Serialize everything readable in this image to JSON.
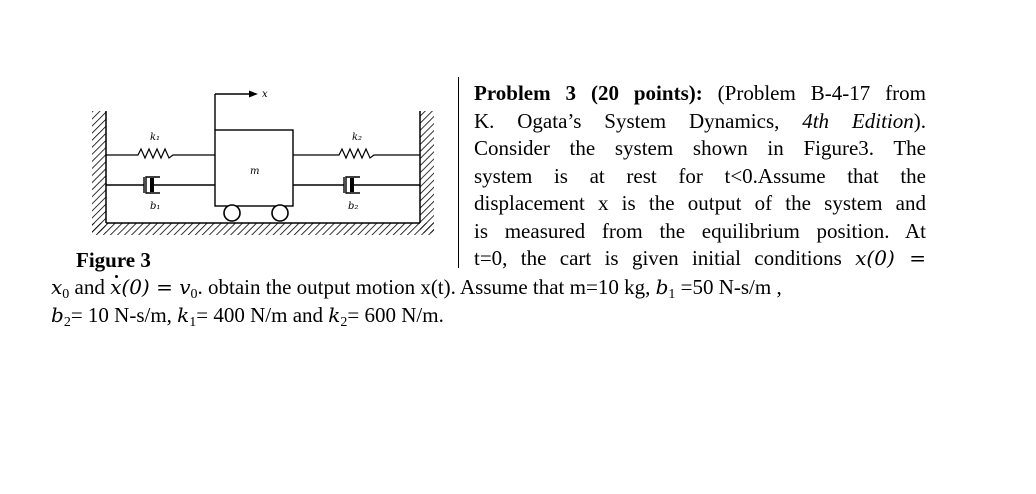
{
  "figure": {
    "caption": "Figure 3",
    "labels": {
      "x": "x",
      "k1": "k₁",
      "k2": "k₂",
      "b1": "b₁",
      "b2": "b₂",
      "m": "m"
    }
  },
  "problem": {
    "heading": "Problem 3 (20 points):",
    "line1_rest": " (Problem B-4-17 from",
    "line2_a": "K. Ogata’s System Dynamics, ",
    "line2_b": "4th Edition",
    "line2_c": ").",
    "line3": "Consider the system shown in Figure3. The",
    "line4": "system is at rest for t<0.Assume that the",
    "line5": "displacement x is the output of the system and",
    "line6": "is measured from the equilibrium position. At",
    "line7_a": "t=0, the cart is given initial conditions ",
    "line7_math": "x(0) =",
    "line8_math_a": "x",
    "line8_sub_a": "0",
    "line8_text_a": " and ",
    "line8_math_b": "x(0) = v",
    "line8_sub_b": "0",
    "line8_text_b": ". obtain the output motion x(t). Assume that m=10 kg, ",
    "line8_math_c": "b",
    "line8_sub_c": "1",
    "line8_text_c": " =50 N-s/m ,",
    "line9_math_a": "b",
    "line9_sub_a": "2",
    "line9_text_a": "= 10 N-s/m, ",
    "line9_math_b": "k",
    "line9_sub_b": "1",
    "line9_text_b": "= 400 N/m and ",
    "line9_math_c": "k",
    "line9_sub_c": "2",
    "line9_text_c": "= 600 N/m."
  }
}
